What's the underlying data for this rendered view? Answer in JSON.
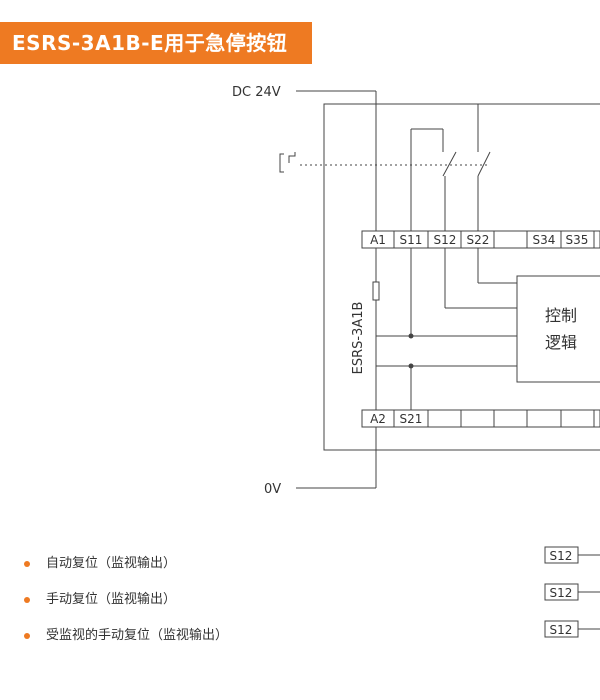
{
  "title": "ESRS-3A1B-E用于急停按钮",
  "supply": {
    "top": "DC 24V",
    "bottom": "0V"
  },
  "device_name": "ESRS-3A1B",
  "terminals_top": [
    "A1",
    "S11",
    "S12",
    "S22",
    "S34",
    "S35"
  ],
  "terminals_bottom": [
    "A2",
    "S21"
  ],
  "logic_label": [
    "控制",
    "逻辑"
  ],
  "legend": [
    {
      "label": "自动复位（监视输出）",
      "terminal": "S12"
    },
    {
      "label": "手动复位（监视输出）",
      "terminal": "S12"
    },
    {
      "label": "受监视的手动复位（监视输出）",
      "terminal": "S12"
    }
  ],
  "colors": {
    "accent": "#ee7a22",
    "line": "#444444"
  }
}
